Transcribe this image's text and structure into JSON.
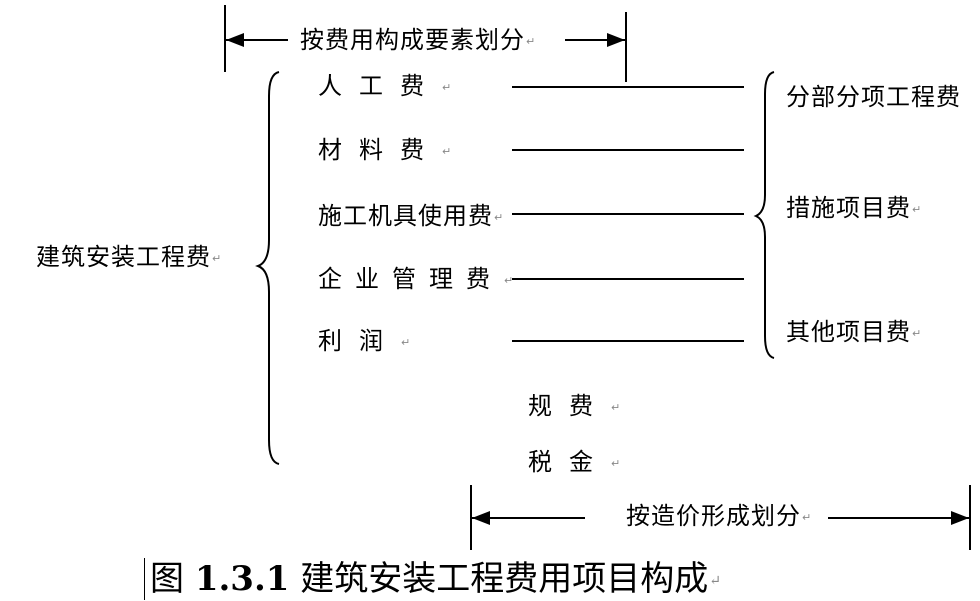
{
  "root": {
    "label": "建筑安装工程费"
  },
  "by_element": {
    "label": "按费用构成要素划分",
    "items": [
      "人工费",
      "材料费",
      "施工机具使用费",
      "企业管理费",
      "利润"
    ]
  },
  "shared": {
    "items": [
      "规费",
      "税金"
    ]
  },
  "by_cost": {
    "label": "按造价形成划分",
    "items": [
      "分部分项工程费",
      "措施项目费",
      "其他项目费"
    ]
  },
  "caption": {
    "number": "1.3.1",
    "title_prefix": "图",
    "title": "建筑安装工程费用项目构成"
  }
}
